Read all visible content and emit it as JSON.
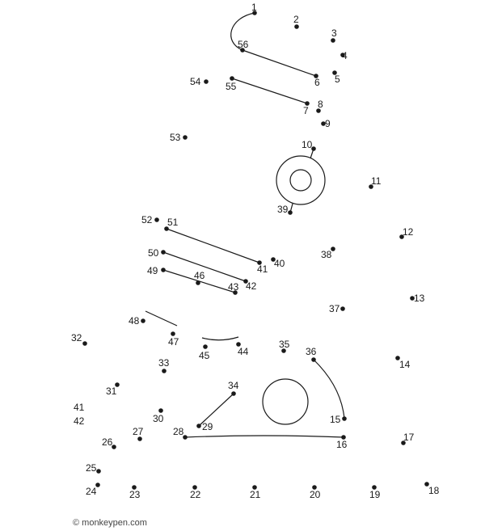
{
  "copyright": "© monkeypen.com",
  "dots": [
    {
      "n": "1"
    },
    {
      "n": "2"
    },
    {
      "n": "3"
    },
    {
      "n": "4"
    },
    {
      "n": "5"
    },
    {
      "n": "6"
    },
    {
      "n": "7"
    },
    {
      "n": "8"
    },
    {
      "n": "9"
    },
    {
      "n": "10"
    },
    {
      "n": "11"
    },
    {
      "n": "12"
    },
    {
      "n": "13"
    },
    {
      "n": "14"
    },
    {
      "n": "15"
    },
    {
      "n": "16"
    },
    {
      "n": "17"
    },
    {
      "n": "18"
    },
    {
      "n": "19"
    },
    {
      "n": "20"
    },
    {
      "n": "21"
    },
    {
      "n": "22"
    },
    {
      "n": "23"
    },
    {
      "n": "24"
    },
    {
      "n": "25"
    },
    {
      "n": "26"
    },
    {
      "n": "27"
    },
    {
      "n": "28"
    },
    {
      "n": "29"
    },
    {
      "n": "30"
    },
    {
      "n": "31"
    },
    {
      "n": "32"
    },
    {
      "n": "33"
    },
    {
      "n": "34"
    },
    {
      "n": "35"
    },
    {
      "n": "36"
    },
    {
      "n": "37"
    },
    {
      "n": "38"
    },
    {
      "n": "39"
    },
    {
      "n": "40"
    },
    {
      "n": "41"
    },
    {
      "n": "42"
    },
    {
      "n": "43"
    },
    {
      "n": "45"
    },
    {
      "n": "44"
    },
    {
      "n": "46"
    },
    {
      "n": "47"
    },
    {
      "n": "48"
    },
    {
      "n": "49"
    },
    {
      "n": "50"
    },
    {
      "n": "41"
    },
    {
      "n": "51"
    },
    {
      "n": "52"
    },
    {
      "n": "53"
    },
    {
      "n": "54"
    },
    {
      "n": "55"
    },
    {
      "n": "56"
    }
  ],
  "stray_labels": [
    "41",
    "42"
  ]
}
